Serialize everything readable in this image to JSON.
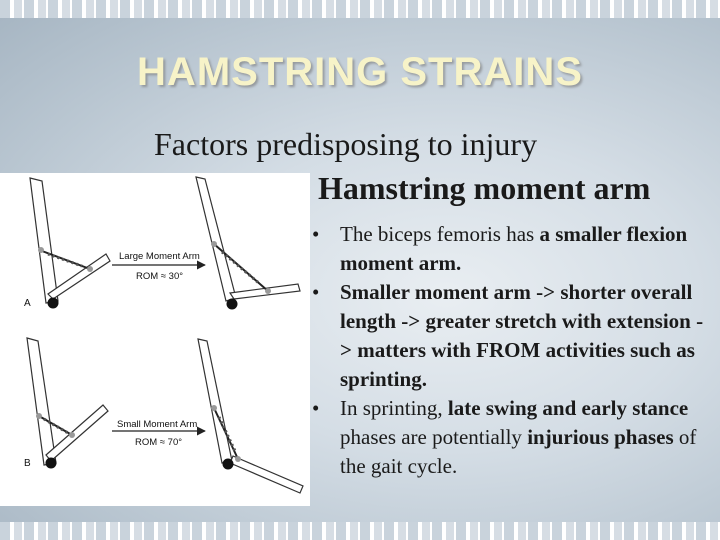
{
  "title": "HAMSTRING STRAINS",
  "subtitle": "Factors predisposing to injury",
  "heading": "Hamstring moment arm",
  "figure": {
    "panel_a": {
      "letter": "A",
      "label": "Large Moment Arm",
      "rom": "ROM ≈ 30°"
    },
    "panel_b": {
      "letter": "B",
      "label": "Small Moment Arm",
      "rom": "ROM ≈ 70°"
    }
  },
  "bullet_symbol": "•",
  "bullets": [
    {
      "parts": [
        {
          "text": "The biceps femoris has ",
          "bold": false
        },
        {
          "text": "a smaller flexion moment arm.",
          "bold": true
        }
      ]
    },
    {
      "parts": [
        {
          "text": "Smaller moment arm -> shorter overall length -> greater stretch with extension -> matters with FROM activities such as sprinting.",
          "bold": true
        }
      ]
    },
    {
      "parts": [
        {
          "text": "In sprinting, ",
          "bold": false
        },
        {
          "text": "late swing and early stance",
          "bold": true
        },
        {
          "text": " phases are potentially ",
          "bold": false
        },
        {
          "text": "injurious phases",
          "bold": true
        },
        {
          "text": " of the gait cycle.",
          "bold": false
        }
      ]
    }
  ]
}
